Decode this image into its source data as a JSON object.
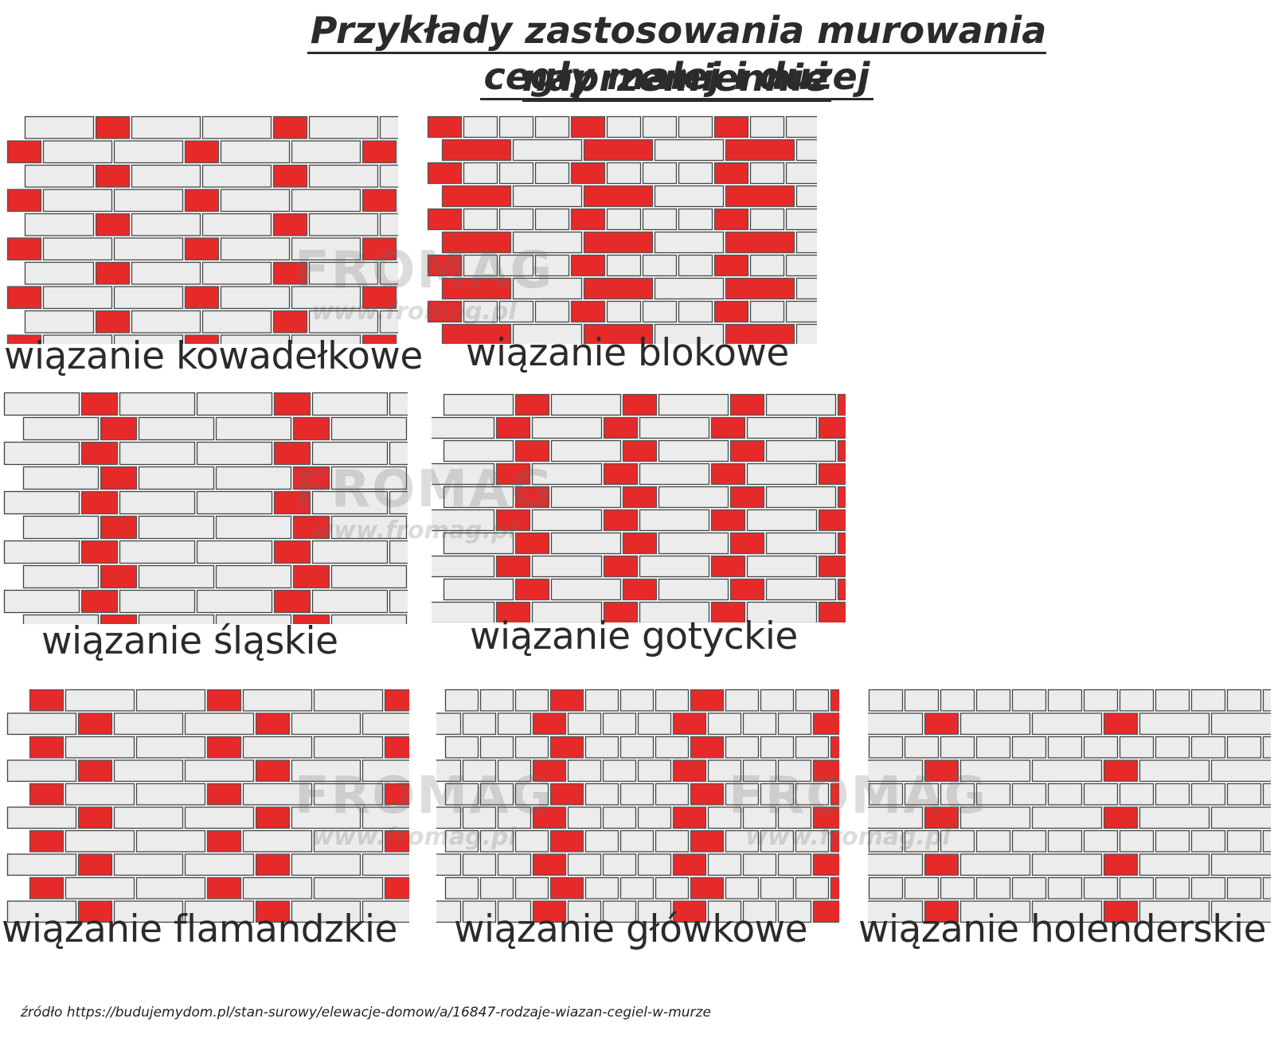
{
  "title": {
    "line1": "Przykłady zastosowania murowania naprzemiennie",
    "line2": "cegły małej i dużej"
  },
  "colors": {
    "brick_light": "#ececec",
    "brick_red": "#e62a2a",
    "mortar": "#444444",
    "text": "#2b2b2b"
  },
  "watermark": {
    "brand": "FROMAG",
    "url": "www.fromag.pl"
  },
  "panels": [
    {
      "id": "kowadelkowe",
      "caption": "wiązanie kowadełkowe"
    },
    {
      "id": "blokowe",
      "caption": "wiązanie blokowe"
    },
    {
      "id": "slaskie",
      "caption": "wiązanie śląskie"
    },
    {
      "id": "gotyckie",
      "caption": "wiązanie gotyckie"
    },
    {
      "id": "flamandzkie",
      "caption": "wiązanie flamandzkie"
    },
    {
      "id": "glowkowe",
      "caption": "wiązanie główkowe"
    },
    {
      "id": "holenderskie",
      "caption": "wiązanie holenderskie"
    }
  ],
  "source": "źródło https://budujemydom.pl/stan-surowy/elewacje-domow/a/16847-rodzaje-wiazan-cegiel-w-murze"
}
